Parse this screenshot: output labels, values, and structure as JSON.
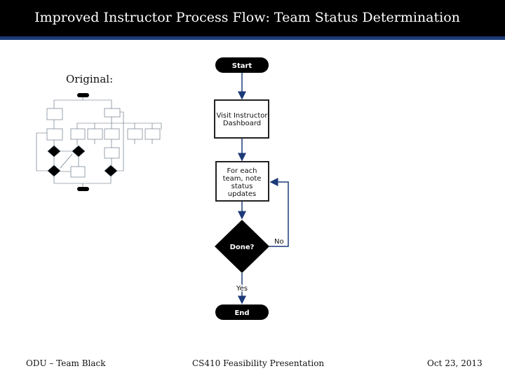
{
  "header": {
    "title": "Improved Instructor Process Flow: Team Status Determination"
  },
  "original_label": "Original:",
  "flowchart": {
    "start": "Start",
    "step1": [
      "Visit Instructor",
      "Dashboard"
    ],
    "step2": [
      "For each",
      "team, note",
      "status",
      "updates"
    ],
    "decision": "Done?",
    "no_label": "No",
    "yes_label": "Yes",
    "end": "End",
    "arrow_color": "#1c3a78"
  },
  "footer": {
    "left": "ODU – Team Black",
    "center": "CS410 Feasibility Presentation",
    "right": "Oct 23, 2013"
  }
}
